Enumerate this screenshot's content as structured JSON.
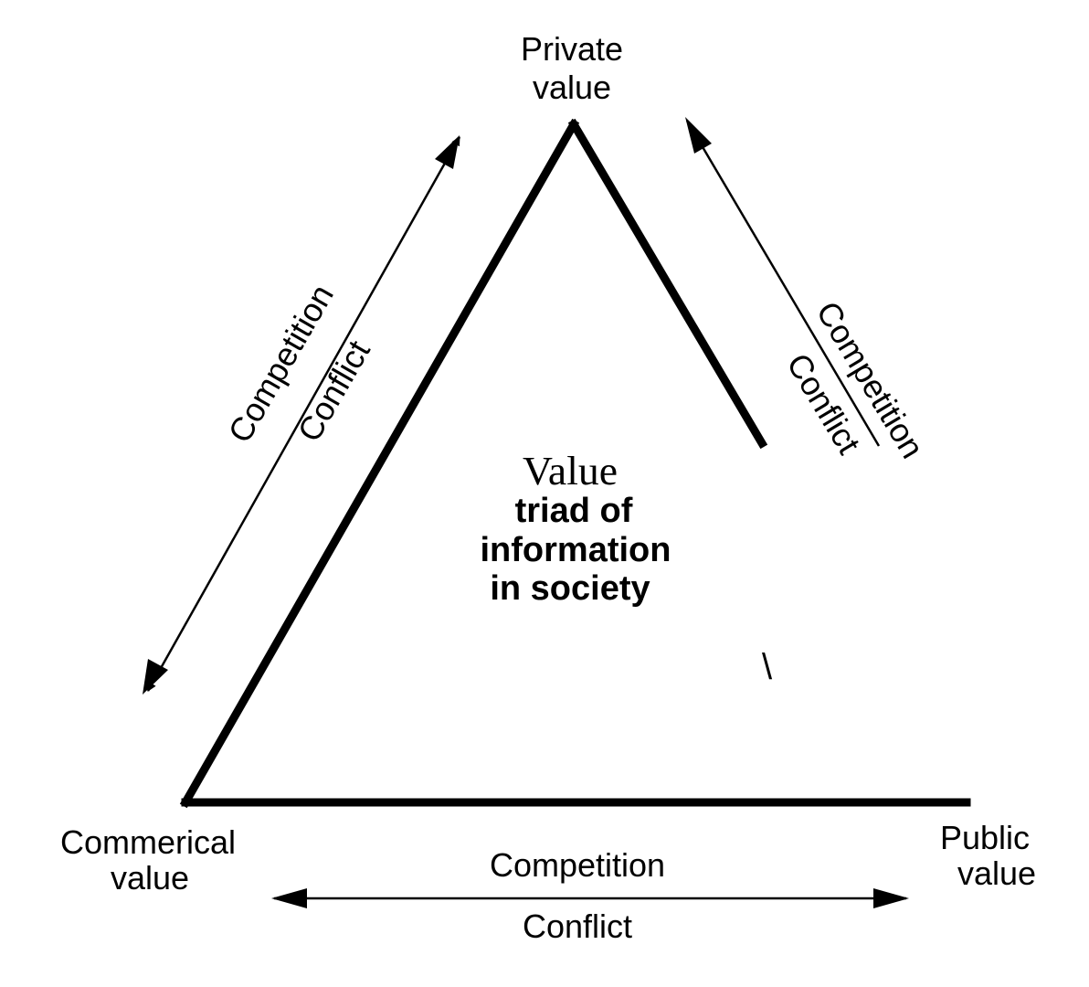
{
  "vertices": {
    "top": {
      "line1": "Private",
      "line2": "value"
    },
    "bottom_left": {
      "line1": "Commerical",
      "line2": "value"
    },
    "bottom_right": {
      "line1": "Public",
      "line2": "value"
    }
  },
  "center": {
    "line1": "Value",
    "line2": "triad of",
    "line3": "information",
    "line4": "in society"
  },
  "edges": {
    "left": {
      "above": "Competition",
      "below": "Conflict"
    },
    "right": {
      "above": "Competition",
      "below": "Conflict"
    },
    "bottom": {
      "above": "Competition",
      "below": "Conflict"
    }
  },
  "stray_mark": "\\",
  "colors": {
    "ink": "#000000",
    "background": "#ffffff"
  }
}
